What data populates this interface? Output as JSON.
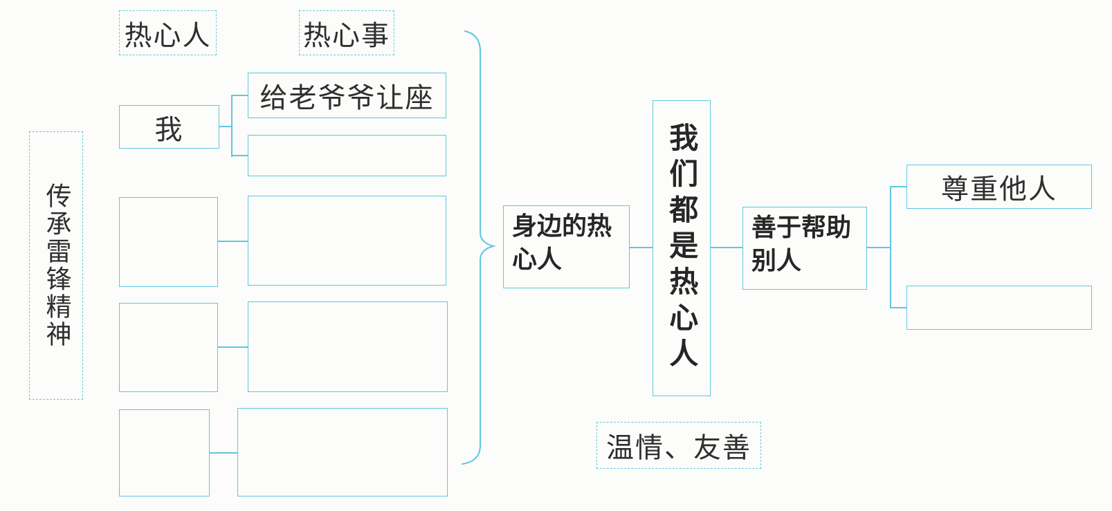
{
  "meta": {
    "accent_color": "#5ec6e2",
    "dashed_color": "#5fcbe0",
    "background_color": "#fcfcfa",
    "text_color": "#2f2f2f"
  },
  "column_headers": {
    "person": "热心人",
    "deed": "热心事"
  },
  "theme_label": "传承雷锋精神",
  "examples": {
    "row1": {
      "person": "我",
      "deed_top": "给老爷爷让座",
      "deed_bottom": ""
    },
    "row2": {
      "person": "",
      "deed": ""
    },
    "row3": {
      "person": "",
      "deed": ""
    },
    "row4": {
      "person": "",
      "deed": ""
    }
  },
  "center": {
    "group_line1": "身边的热",
    "group_line2": "心人",
    "main_title": "我们都是热心人",
    "branch_line1": "善于帮助",
    "branch_line2": "别人"
  },
  "right_items": {
    "item1": "尊重他人",
    "item2": ""
  },
  "footer_label": "温情、友善"
}
